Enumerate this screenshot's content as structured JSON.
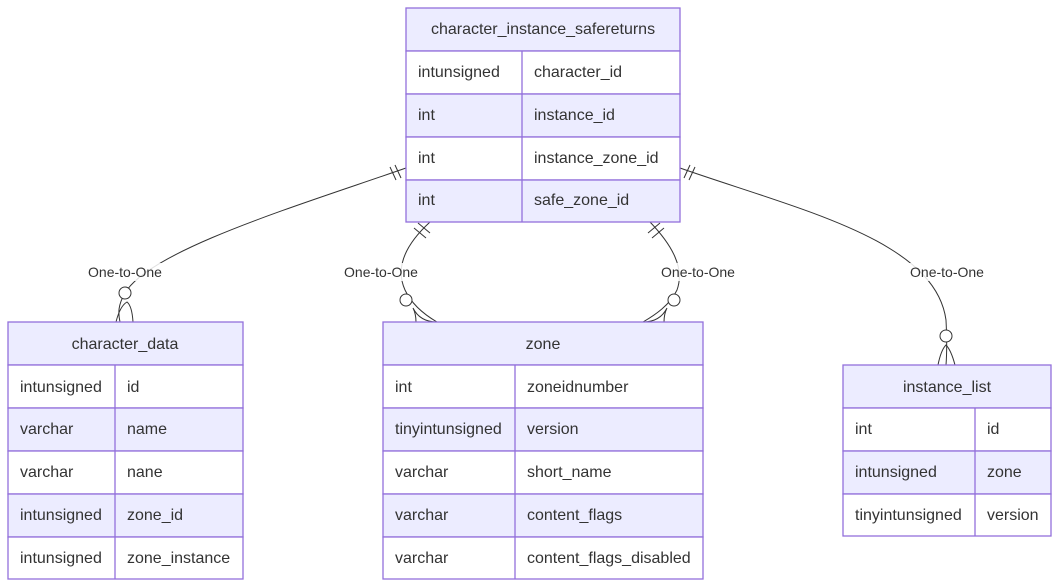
{
  "entities": {
    "safereturns": {
      "name": "character_instance_safereturns",
      "rows": [
        {
          "type": "intunsigned",
          "name": "character_id"
        },
        {
          "type": "int",
          "name": "instance_id"
        },
        {
          "type": "int",
          "name": "instance_zone_id"
        },
        {
          "type": "int",
          "name": "safe_zone_id"
        }
      ]
    },
    "character_data": {
      "name": "character_data",
      "rows": [
        {
          "type": "intunsigned",
          "name": "id"
        },
        {
          "type": "varchar",
          "name": "name"
        },
        {
          "type": "varchar",
          "name": "nane"
        },
        {
          "type": "intunsigned",
          "name": "zone_id"
        },
        {
          "type": "intunsigned",
          "name": "zone_instance"
        }
      ]
    },
    "zone": {
      "name": "zone",
      "rows": [
        {
          "type": "int",
          "name": "zoneidnumber"
        },
        {
          "type": "tinyintunsigned",
          "name": "version"
        },
        {
          "type": "varchar",
          "name": "short_name"
        },
        {
          "type": "varchar",
          "name": "content_flags"
        },
        {
          "type": "varchar",
          "name": "content_flags_disabled"
        }
      ]
    },
    "instance_list": {
      "name": "instance_list",
      "rows": [
        {
          "type": "int",
          "name": "id"
        },
        {
          "type": "intunsigned",
          "name": "zone"
        },
        {
          "type": "tinyintunsigned",
          "name": "version"
        }
      ]
    }
  },
  "relationships": {
    "rel1": {
      "label": "One-to-One"
    },
    "rel2": {
      "label": "One-to-One"
    },
    "rel3": {
      "label": "One-to-One"
    },
    "rel4": {
      "label": "One-to-One"
    }
  }
}
